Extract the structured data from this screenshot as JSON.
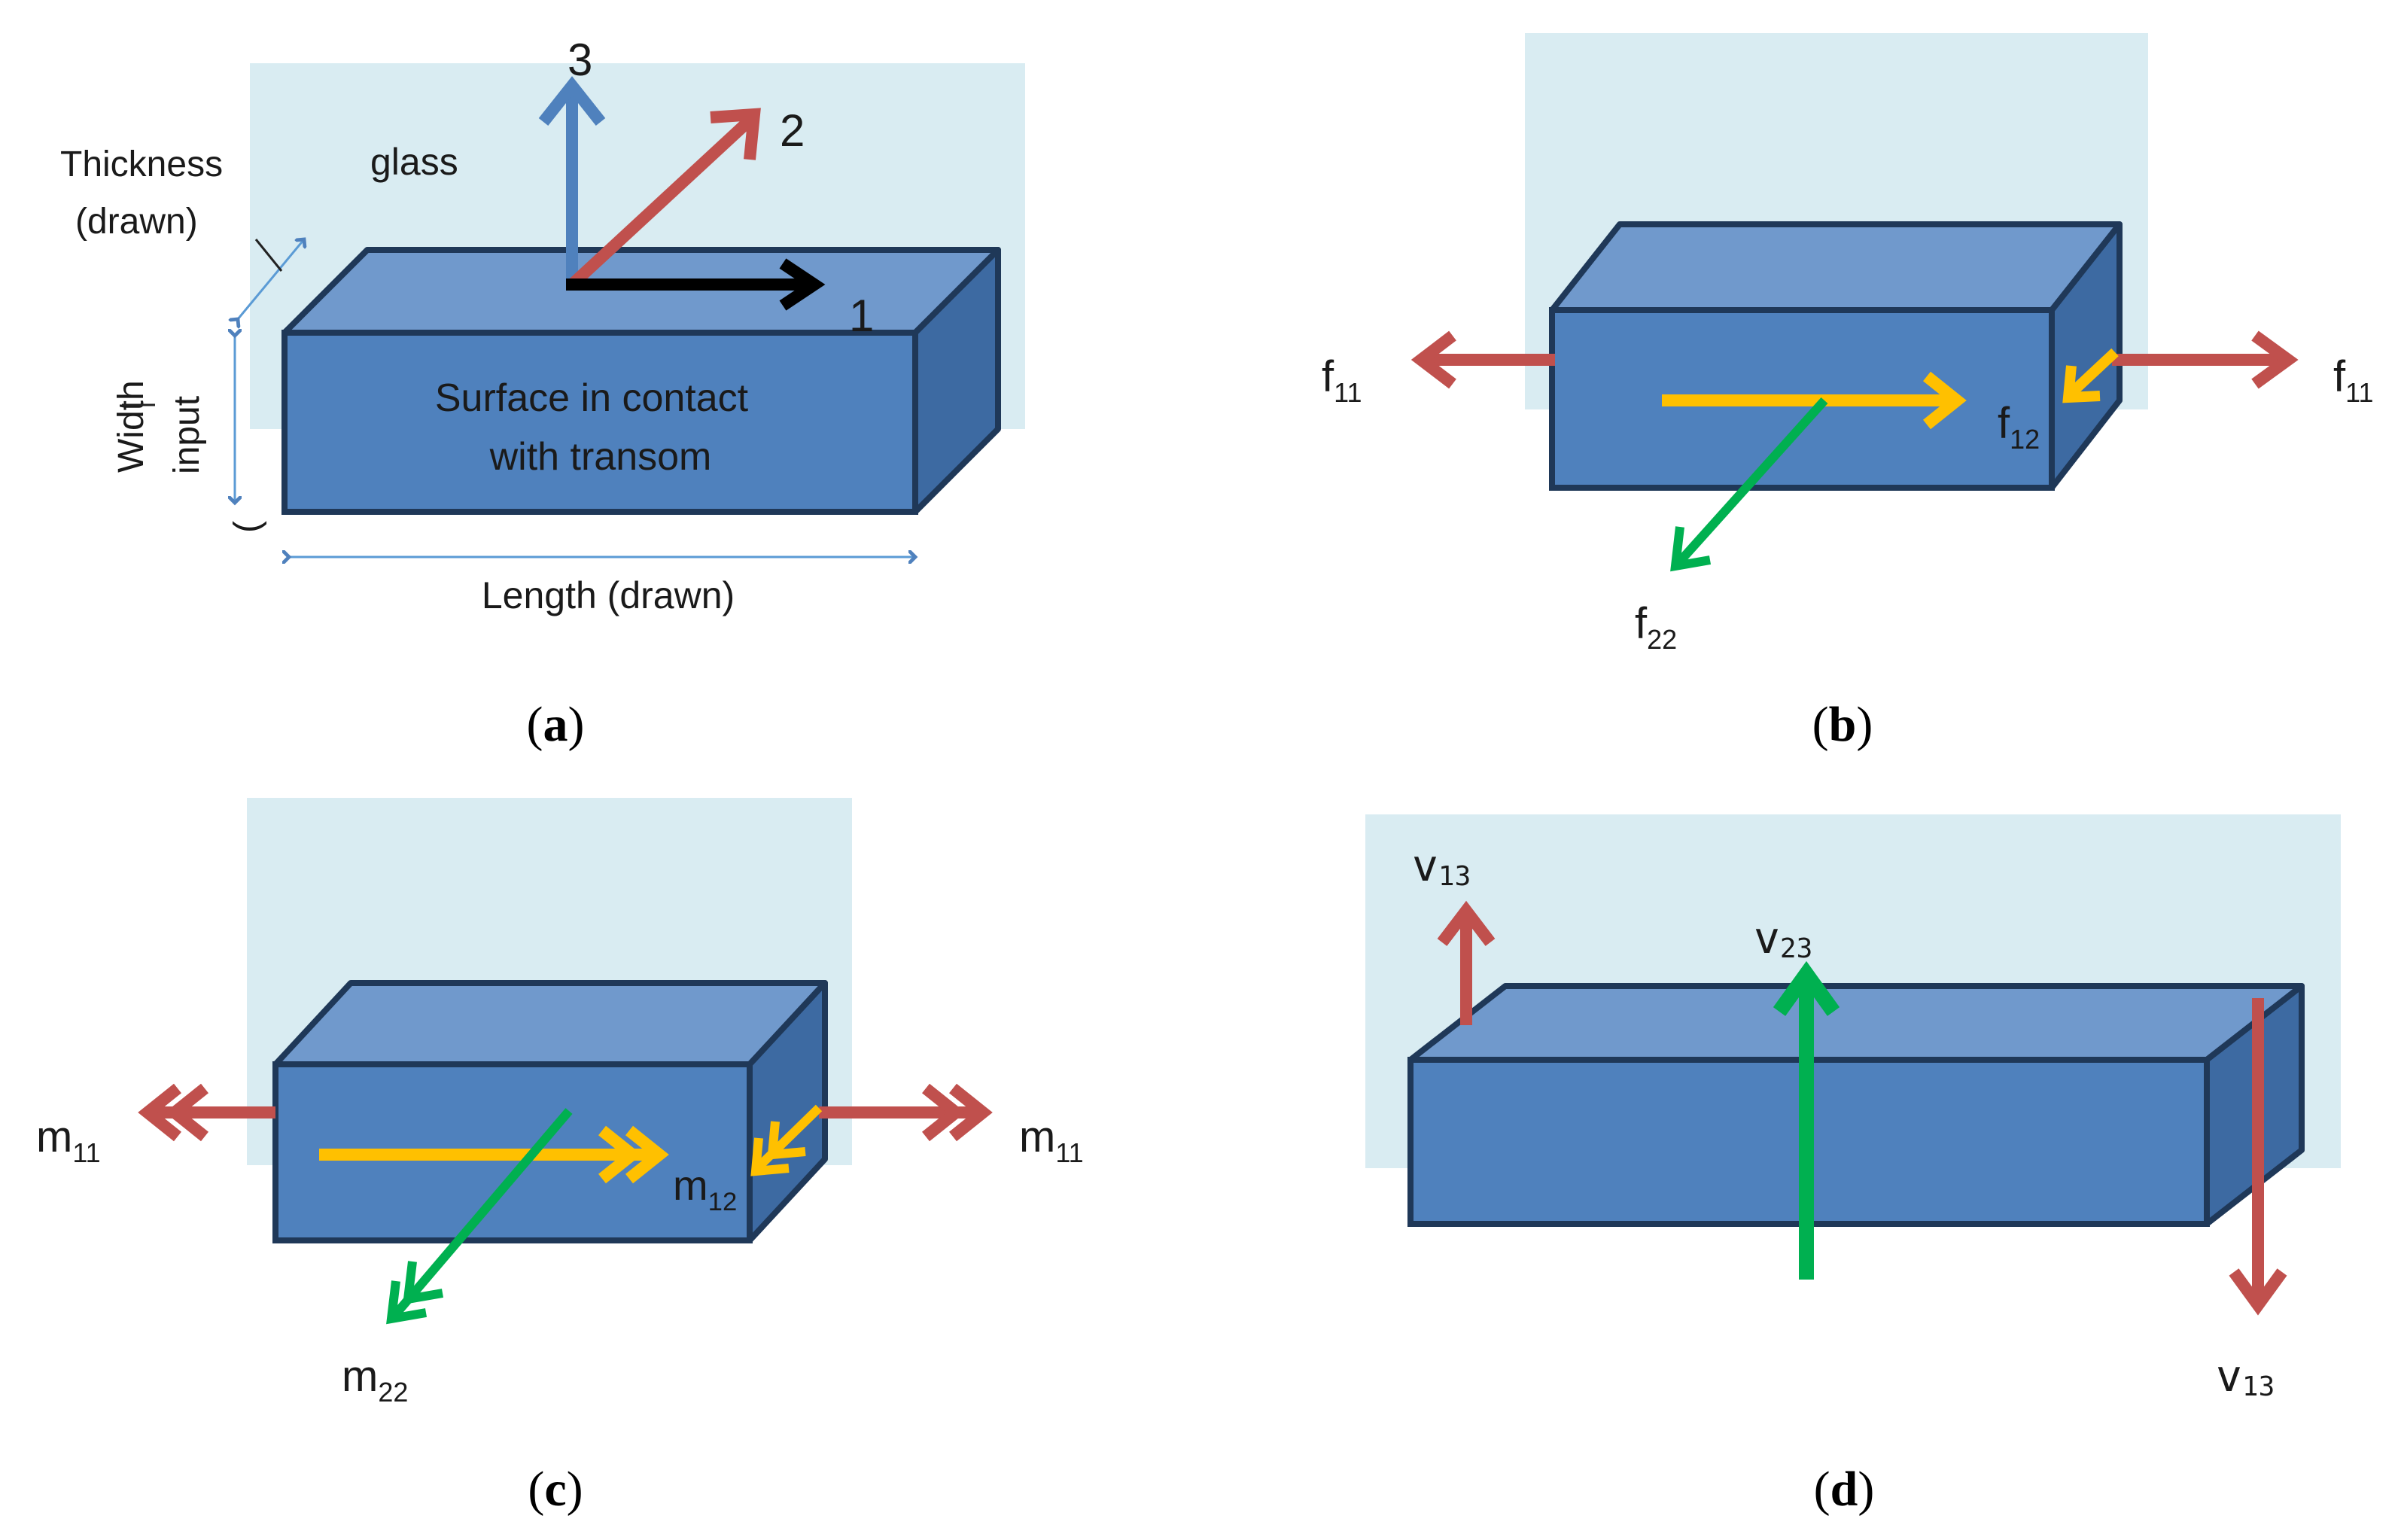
{
  "panel_a": {
    "axis_labels": {
      "axis1": "1",
      "axis2": "2",
      "axis3": "3"
    },
    "glass_label": "glass",
    "thickness_label_line1": "Thickness",
    "thickness_label_line2": "(drawn)",
    "width_label_line1": "Width",
    "width_label_line2": "input",
    "width_label_paren": "(",
    "surface_label_line1": "Surface in contact",
    "surface_label_line2": "with transom",
    "length_label": "Length (drawn)",
    "caption_letter": "a"
  },
  "panel_b": {
    "f11_main": "f",
    "f11_sub": "11",
    "f12_main": "f",
    "f12_sub": "12",
    "f22_main": "f",
    "f22_sub": "22",
    "caption_letter": "b"
  },
  "panel_c": {
    "m11_main": "m",
    "m11_sub": "11",
    "m12_main": "m",
    "m12_sub": "12",
    "m22_main": "m",
    "m22_sub": "22",
    "caption_letter": "c"
  },
  "panel_d": {
    "v13_main": "v",
    "v13_sub": "13",
    "v23_main": "v",
    "v23_sub": "23",
    "caption_letter": "d"
  },
  "colors": {
    "glass": "#d9ecf2",
    "box_front": "#4f81bd",
    "box_top": "#7099cc",
    "box_side": "#3d6aa2",
    "box_edge": "#1f3858",
    "red_arrow": "#c0504d",
    "blue_arrow": "#4f81bd",
    "black_arrow": "#000000",
    "yellow_arrow": "#ffc000",
    "green_arrow": "#00b050",
    "dim_line": "#5b9bd5"
  }
}
